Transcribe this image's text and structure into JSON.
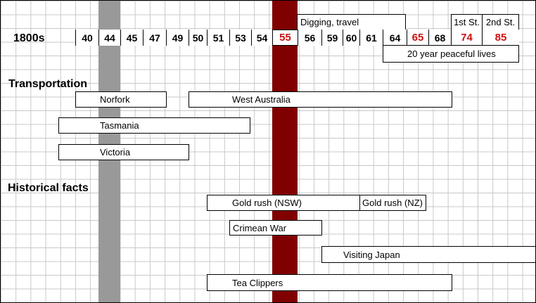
{
  "header": {
    "century_label": "1800s",
    "years": [
      "40",
      "44",
      "45",
      "47",
      "49",
      "50",
      "51",
      "53",
      "54",
      "55",
      "56",
      "59",
      "60",
      "61",
      "64",
      "65",
      "68",
      "74",
      "85"
    ],
    "top_boxes": {
      "digging": "Digging, travel",
      "first": "1st St.",
      "second": "2nd St."
    },
    "peaceful": "20 year peaceful lives"
  },
  "sections": {
    "transportation": "Transportation",
    "historical": "Historical facts"
  },
  "transportation": {
    "norfork": "Norfork",
    "west_australia": "West Australia",
    "tasmania": "Tasmania",
    "victoria": "Victoria"
  },
  "historical": {
    "gold_nsw": "Gold rush (NSW)",
    "gold_nz": "Gold rush (NZ)",
    "crimean": "Crimean War",
    "japan": "Visiting Japan",
    "tea": "Tea Clippers"
  },
  "colors": {
    "highlight_red": "#800000",
    "highlight_gray": "#999999",
    "red_text": "#d01010"
  }
}
